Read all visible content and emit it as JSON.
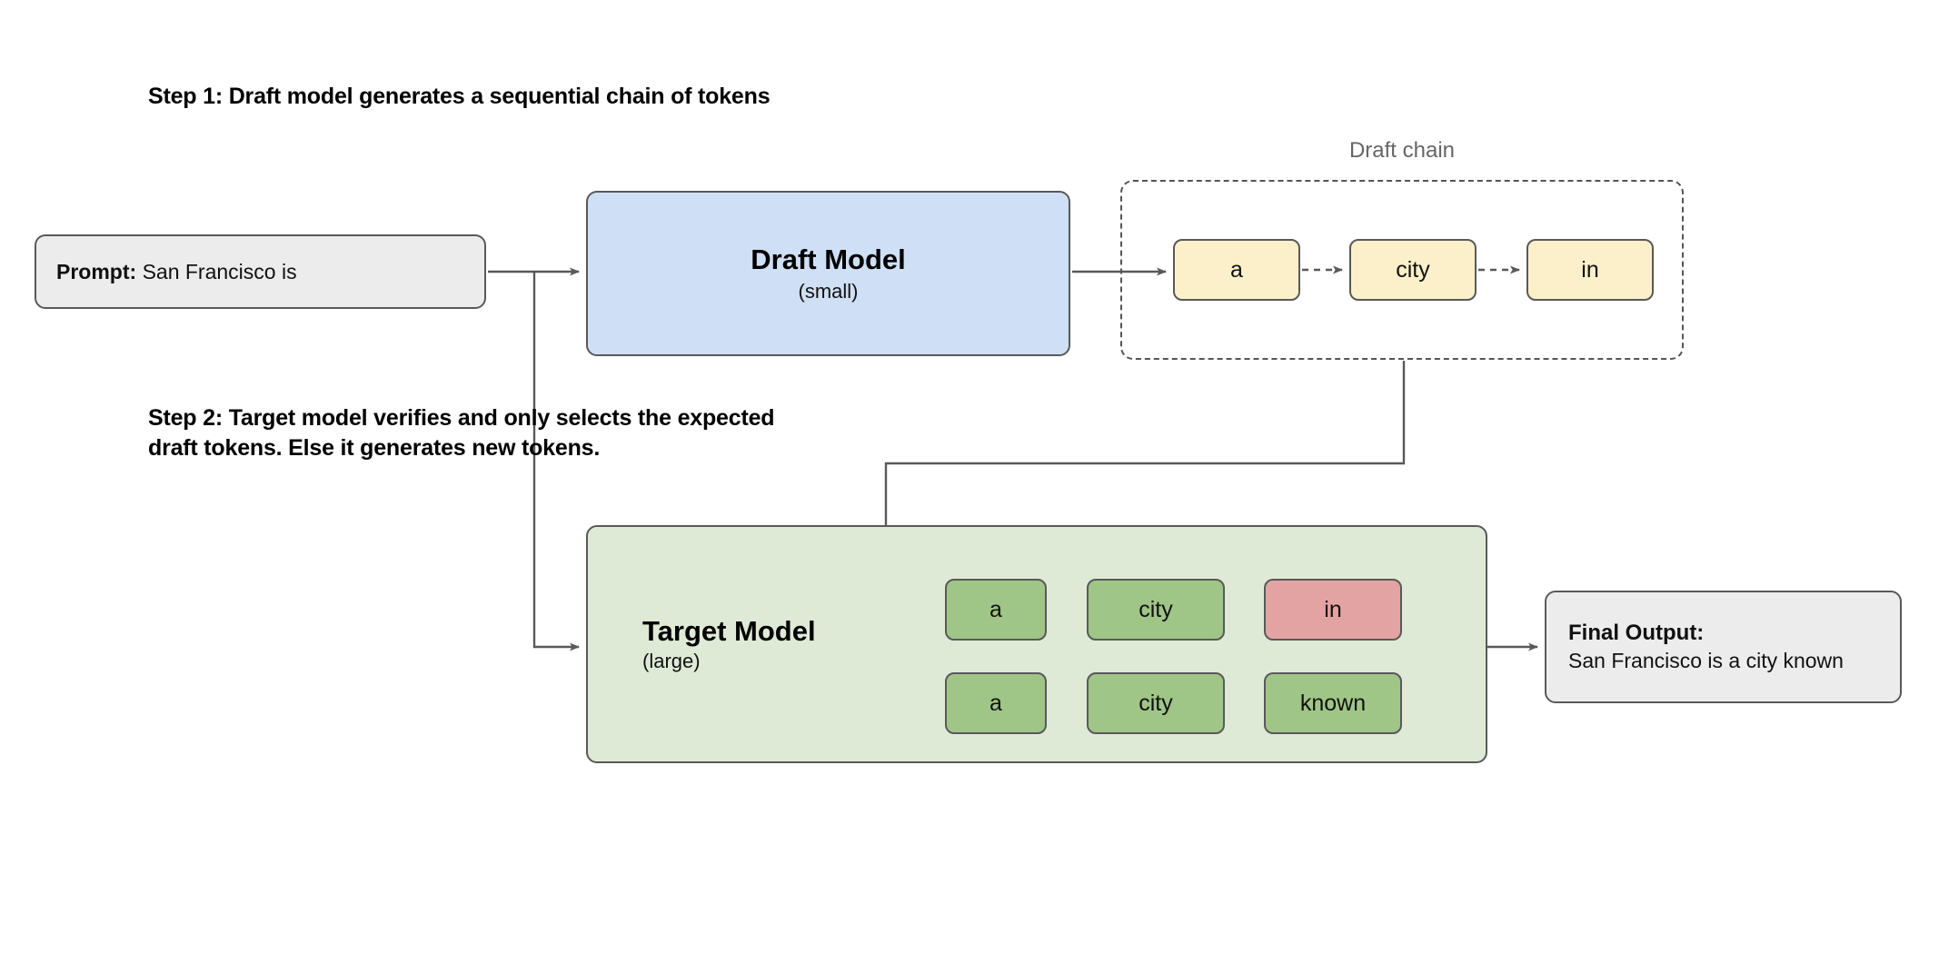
{
  "steps": {
    "step1": "Step 1: Draft model generates a sequential chain of tokens",
    "step2": "Step 2: Target model verifies and only selects the expected\ndraft tokens. Else it generates new tokens."
  },
  "prompt": {
    "label": "Prompt:",
    "value": "San Francisco is"
  },
  "draft_model": {
    "title": "Draft Model",
    "subtitle": "(small)"
  },
  "draft_chain": {
    "label": "Draft chain",
    "tokens": [
      "a",
      "city",
      "in"
    ]
  },
  "target_model": {
    "title": "Target Model",
    "subtitle": "(large)",
    "rows": [
      {
        "tokens": [
          "a",
          "city",
          "in"
        ],
        "states": [
          "accepted",
          "accepted",
          "rejected"
        ]
      },
      {
        "tokens": [
          "a",
          "city",
          "known"
        ],
        "states": [
          "accepted",
          "accepted",
          "accepted"
        ]
      }
    ]
  },
  "final_output": {
    "label": "Final Output:",
    "value": "San Francisco is a city known"
  },
  "colors": {
    "background": "#ffffff",
    "stroke": "#595959",
    "prompt_fill": "#ececec",
    "draft_model_fill": "#cfdff5",
    "target_model_fill": "#dfead6",
    "draft_token_fill": "#fcf0ca",
    "accepted_token_fill": "#9fc587",
    "rejected_token_fill": "#e4a3a3",
    "final_output_fill": "#ececec",
    "muted_text": "#666666"
  }
}
